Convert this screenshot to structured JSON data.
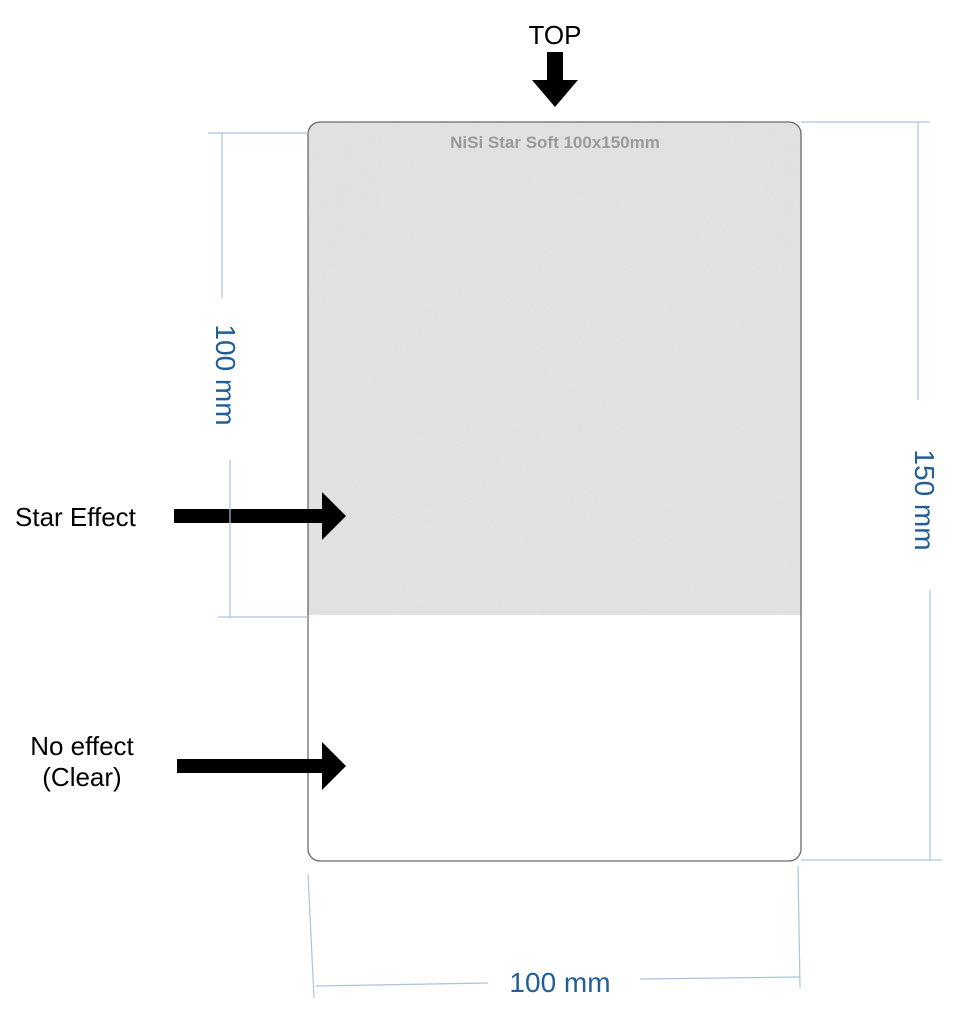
{
  "top_label": "TOP",
  "filter": {
    "name": "NiSi Star Soft 100x150mm"
  },
  "zones": {
    "effect_label": "Star Effect",
    "clear_label_line1": "No effect",
    "clear_label_line2": "(Clear)"
  },
  "dimensions": {
    "width": "100 mm",
    "height_total": "150 mm",
    "height_effect": "100 mm"
  },
  "colors": {
    "dimension": "#1f5e96",
    "dimension_line": "#a9c3de",
    "filter_text": "#9a9a9a",
    "effect_zone": "#e6e6e6",
    "outline": "#6a6a6a",
    "arrow": "#000000"
  },
  "icons": {
    "top": "arrow-down-icon",
    "effect": "arrow-right-icon",
    "clear": "arrow-right-icon"
  }
}
